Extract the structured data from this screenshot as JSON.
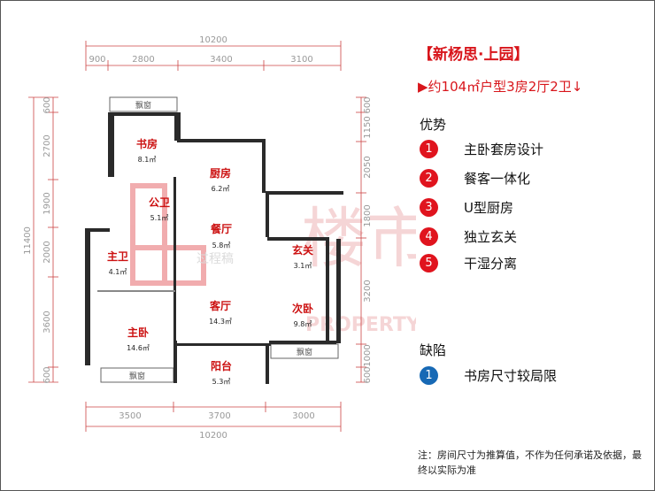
{
  "header": {
    "title": "【新杨思·上园】",
    "subtitle": "▶约104㎡户型3房2厅2卫↓"
  },
  "advantages": {
    "heading": "优势",
    "items": [
      {
        "num": "1",
        "text": "主卧套房设计"
      },
      {
        "num": "2",
        "text": "餐客一体化"
      },
      {
        "num": "3",
        "text": "U型厨房"
      },
      {
        "num": "4",
        "text": "独立玄关"
      },
      {
        "num": "5",
        "text": "干湿分离"
      }
    ]
  },
  "disadvantages": {
    "heading": "缺陷",
    "items": [
      {
        "num": "1",
        "text": "书房尺寸较局限"
      }
    ]
  },
  "note": "注：房间尺寸为推算值，不作为任何承诺及依据，最终以实际为准",
  "colors": {
    "accent": "#d8151b",
    "badge_red": "#e0141e",
    "badge_blue": "#1769b5",
    "wall": "#2a2a2a"
  },
  "floorplan": {
    "top_total": "10200",
    "top_segments": [
      "900",
      "2800",
      "3400",
      "3100"
    ],
    "bottom_total": "10200",
    "bottom_segments": [
      "3500",
      "3700",
      "3000"
    ],
    "left_total": "11400",
    "left_segments": [
      "600",
      "2700",
      "1900",
      "2000",
      "3600",
      "600"
    ],
    "right_segments": [
      "600",
      "1150",
      "2050",
      "1800",
      "3200",
      "1000",
      "600"
    ],
    "rooms": [
      {
        "name": "书房",
        "area": "8.1㎡"
      },
      {
        "name": "厨房",
        "area": "6.2㎡"
      },
      {
        "name": "公卫",
        "area": "5.1㎡"
      },
      {
        "name": "餐厅",
        "area": "5.8㎡"
      },
      {
        "name": "主卫",
        "area": "4.1㎡"
      },
      {
        "name": "玄关",
        "area": "3.1㎡"
      },
      {
        "name": "客厅",
        "area": "14.3㎡"
      },
      {
        "name": "次卧",
        "area": "9.8㎡"
      },
      {
        "name": "主卧",
        "area": "14.6㎡"
      },
      {
        "name": "阳台",
        "area": "5.3㎡"
      }
    ],
    "window_label": "飘窗",
    "watermark_cn": "楼市独家",
    "watermark_en": "PROPERTY EXCLUSIVE",
    "watermark_small": "过程稿"
  }
}
